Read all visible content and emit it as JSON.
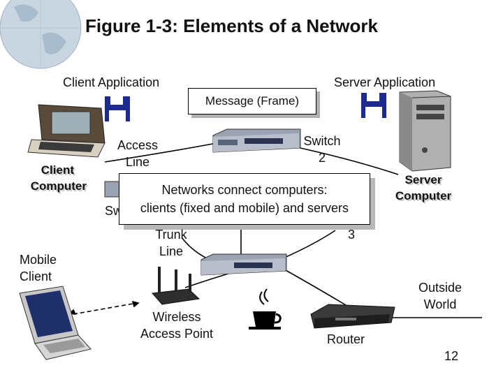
{
  "title": "Figure 1-3: Elements of a Network",
  "labels": {
    "client_application": "Client Application",
    "server_application": "Server Application",
    "message_frame": "Message (Frame)",
    "access_line": [
      "Access",
      "Line"
    ],
    "switch2": [
      "Switch",
      "2"
    ],
    "client_computer": [
      "Client",
      "Computer"
    ],
    "server_computer": [
      "Server",
      "Computer"
    ],
    "switch1_partial": "Sw",
    "switch3_partial": "3",
    "trunk_line": [
      "Trunk",
      "Line"
    ],
    "mobile_client": [
      "Mobile",
      "Client"
    ],
    "wireless_ap": [
      "Wireless",
      "Access Point"
    ],
    "outside_world": [
      "Outside",
      "World"
    ],
    "router": "Router",
    "page_number": "12"
  },
  "callout": [
    "Networks connect computers:",
    "clients (fixed and mobile) and servers"
  ],
  "icons": [
    "globe-icon",
    "client-computer-icon",
    "floppy-disk-icon",
    "server-tower-icon",
    "switch-icon",
    "wireless-router-icon",
    "coffee-cup-icon",
    "router-icon",
    "laptop-icon"
  ]
}
